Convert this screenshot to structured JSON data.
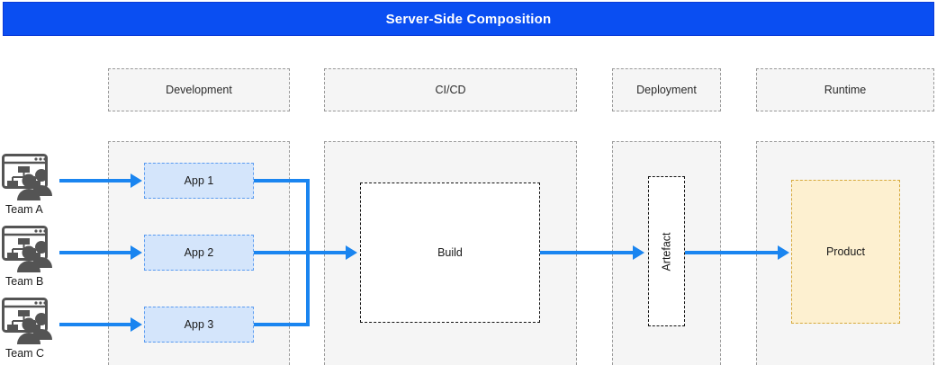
{
  "banner": {
    "title": "Server-Side Composition",
    "background_color": "#0a4ef2",
    "text_color": "#ffffff"
  },
  "phases": [
    {
      "id": "development",
      "label": "Development"
    },
    {
      "id": "cicd",
      "label": "CI/CD"
    },
    {
      "id": "deployment",
      "label": "Deployment"
    },
    {
      "id": "runtime",
      "label": "Runtime"
    }
  ],
  "teams": [
    {
      "id": "team-a",
      "label": "Team A",
      "icon": "team-browser-orgchart-icon"
    },
    {
      "id": "team-b",
      "label": "Team B",
      "icon": "team-browser-orgchart-icon"
    },
    {
      "id": "team-c",
      "label": "Team C",
      "icon": "team-browser-orgchart-icon"
    }
  ],
  "apps": [
    {
      "id": "app-1",
      "label": "App 1"
    },
    {
      "id": "app-2",
      "label": "App 2"
    },
    {
      "id": "app-3",
      "label": "App 3"
    }
  ],
  "nodes": {
    "build": {
      "label": "Build"
    },
    "artefact": {
      "label": "Artefact",
      "orientation": "vertical"
    },
    "product": {
      "label": "Product"
    }
  },
  "colors": {
    "banner_blue": "#0a4ef2",
    "connector_blue": "#1a85f0",
    "app_fill": "#d4e5fb",
    "app_border": "#5a9bf0",
    "band_fill": "#f5f5f5",
    "band_border": "#9a9a9a",
    "product_fill": "#fdf0d0",
    "product_border": "#d6a93c",
    "node_border": "#111111",
    "icon_gray": "#545454"
  },
  "flow": [
    {
      "from": "team-a",
      "to": "app-1"
    },
    {
      "from": "team-b",
      "to": "app-2"
    },
    {
      "from": "team-c",
      "to": "app-3"
    },
    {
      "from": "app-1",
      "to": "build"
    },
    {
      "from": "app-2",
      "to": "build"
    },
    {
      "from": "app-3",
      "to": "build"
    },
    {
      "from": "build",
      "to": "artefact"
    },
    {
      "from": "artefact",
      "to": "product"
    }
  ]
}
